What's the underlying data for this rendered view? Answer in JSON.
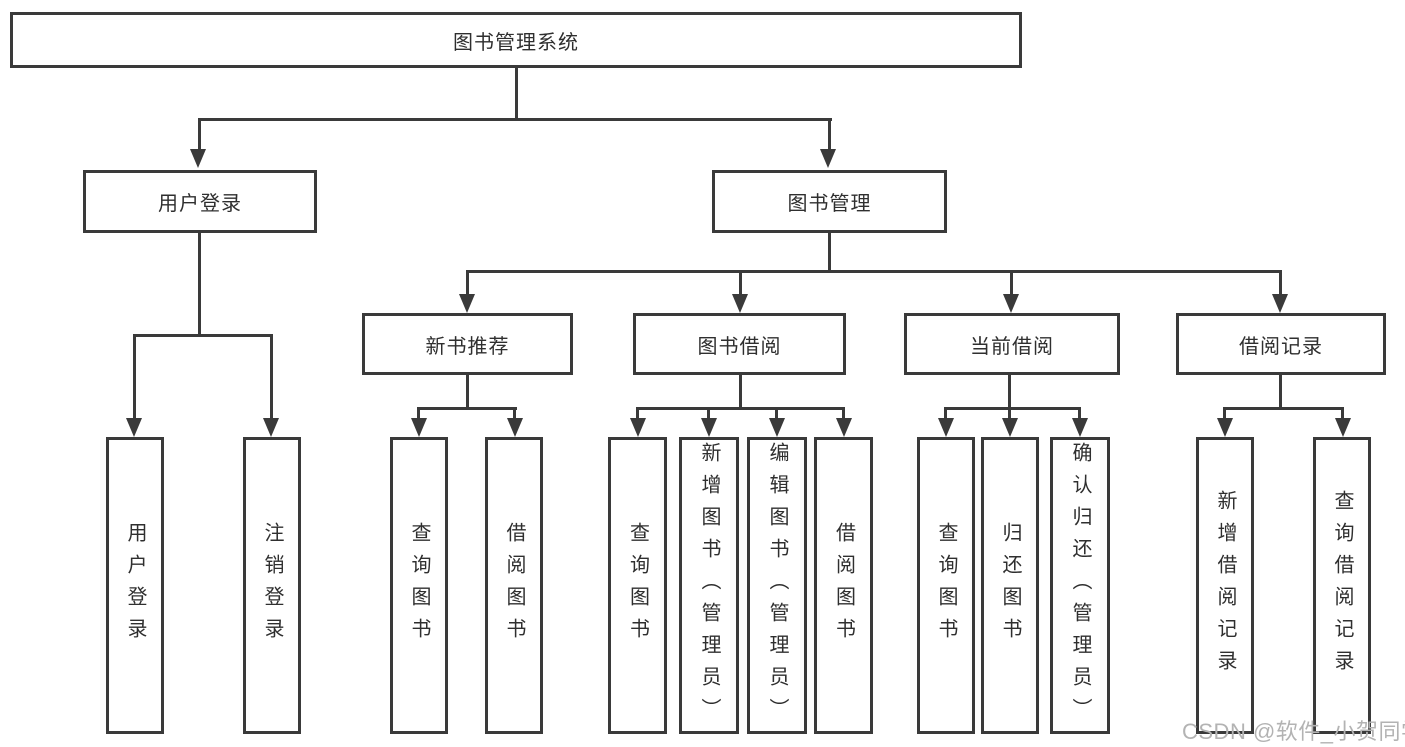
{
  "title": "图书管理系统",
  "level2": [
    {
      "label": "用户登录"
    },
    {
      "label": "图书管理"
    }
  ],
  "level3": [
    {
      "label": "新书推荐",
      "parent": "图书管理"
    },
    {
      "label": "图书借阅",
      "parent": "图书管理"
    },
    {
      "label": "当前借阅",
      "parent": "图书管理"
    },
    {
      "label": "借阅记录",
      "parent": "图书管理"
    }
  ],
  "leaves": [
    {
      "label": "用户登录",
      "parent": "用户登录"
    },
    {
      "label": "注销登录",
      "parent": "用户登录"
    },
    {
      "label": "查询图书",
      "parent": "新书推荐"
    },
    {
      "label": "借阅图书",
      "parent": "新书推荐"
    },
    {
      "label": "查询图书",
      "parent": "图书借阅"
    },
    {
      "label": "新增图书（管理员）",
      "parent": "图书借阅"
    },
    {
      "label": "编辑图书（管理员）",
      "parent": "图书借阅"
    },
    {
      "label": "借阅图书",
      "parent": "图书借阅"
    },
    {
      "label": "查询图书",
      "parent": "当前借阅"
    },
    {
      "label": "归还图书",
      "parent": "当前借阅"
    },
    {
      "label": "确认归还（管理员）",
      "parent": "当前借阅"
    },
    {
      "label": "新增借阅记录",
      "parent": "借阅记录"
    },
    {
      "label": "查询借阅记录",
      "parent": "借阅记录"
    }
  ],
  "watermark": "CSDN @软件_小贺同学",
  "colors": {
    "line": "#3a3a3a",
    "text": "#2f2f2f",
    "watermark": "#b3b3b3",
    "bg": "#ffffff"
  }
}
